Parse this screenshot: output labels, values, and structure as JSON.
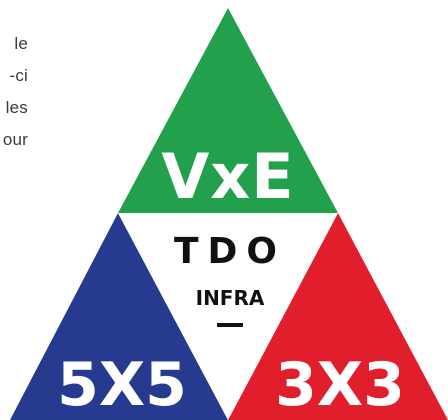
{
  "left_text": {
    "lines": [
      "le",
      "-ci",
      "les",
      "our"
    ]
  },
  "diagram": {
    "top_label": "VxE",
    "center_title": "TDO",
    "center_subtitle": "INFRA",
    "bottom_left_label": "5X5",
    "bottom_right_label": "3X3"
  },
  "colors": {
    "top_triangle": "#22A04B",
    "bottom_left_triangle": "#263B8F",
    "bottom_right_triangle": "#E11F2C",
    "center_text": "#111111",
    "side_text": "#3a3a3a"
  }
}
